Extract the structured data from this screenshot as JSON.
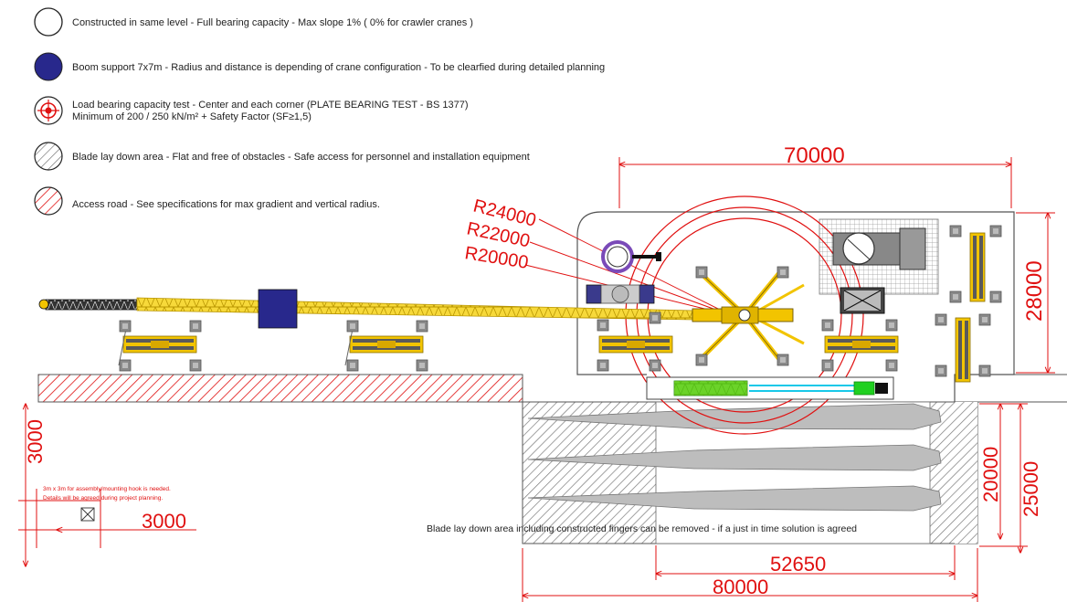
{
  "legend": {
    "items": [
      {
        "symbol": "circle-outline",
        "text": "Constructed in same level - Full bearing capacity - Max slope 1% ( 0% for crawler cranes )"
      },
      {
        "symbol": "circle-blue-filled",
        "text": "Boom support 7x7m - Radius and distance is depending of crane configuration - To be clearfied during detailed planning"
      },
      {
        "symbol": "target-red",
        "text": "Load bearing capacity test - Center and each corner (PLATE BEARING TEST - BS 1377)",
        "text2": "Minimum of 200 / 250 kN/m² + Safety Factor (SF≥1,5)"
      },
      {
        "symbol": "hatch-grey-circle",
        "text": "Blade lay down area - Flat and free of obstacles - Safe access for personnel and installation equipment"
      },
      {
        "symbol": "hatch-red-circle",
        "text": "Access road - See specifications for max gradient and vertical radius."
      }
    ]
  },
  "dimensions": {
    "width_top": "70000",
    "height_right": "28000",
    "blade_20000": "20000",
    "blade_25000": "25000",
    "width_52650": "52650",
    "width_80000": "80000",
    "left_3000_vertical": "3000",
    "left_3000_horizontal": "3000"
  },
  "radii": {
    "r1": "R24000",
    "r2": "R22000",
    "r3": "R20000"
  },
  "notes": {
    "hook_line1": "3m x 3m for assembly/mounting hook is needed.",
    "hook_line2": "Details will be agreed during project planning.",
    "blade_removable": "Blade lay down area including constructed fingers can be removed - if a just in time solution is agreed"
  },
  "colors": {
    "red": "#e01010",
    "boom_yellow": "#f2c400",
    "boom_support_blue": "#28288c",
    "pad_grey": "#8a8a8a",
    "blade_grey": "#bdbdbd",
    "hatch_grey": "#8c8c8c",
    "cyan": "#18c8e8",
    "green": "#20d020"
  }
}
